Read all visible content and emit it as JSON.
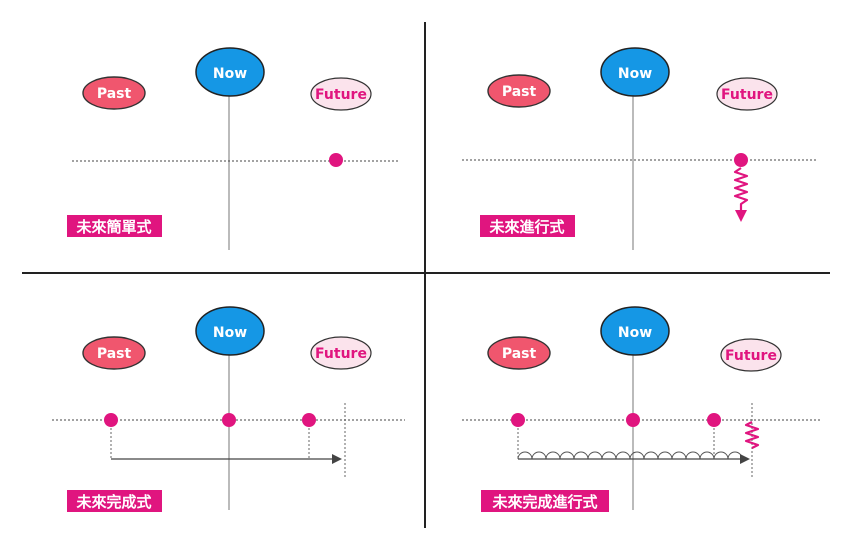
{
  "labels": {
    "past": "Past",
    "now": "Now",
    "future": "Future"
  },
  "panels": [
    {
      "name": "simple-future",
      "tag": "未來簡單式"
    },
    {
      "name": "future-progressive",
      "tag": "未來進行式"
    },
    {
      "name": "future-perfect",
      "tag": "未來完成式"
    },
    {
      "name": "future-perfect-progressive",
      "tag": "未來完成進行式"
    }
  ],
  "colors": {
    "past_fill": "#f0566e",
    "now_fill": "#1597e5",
    "future_fill": "#fbe3ec",
    "future_text": "#e0157f",
    "accent": "#e0157f",
    "divider": "#222222",
    "axis": "#444444"
  }
}
